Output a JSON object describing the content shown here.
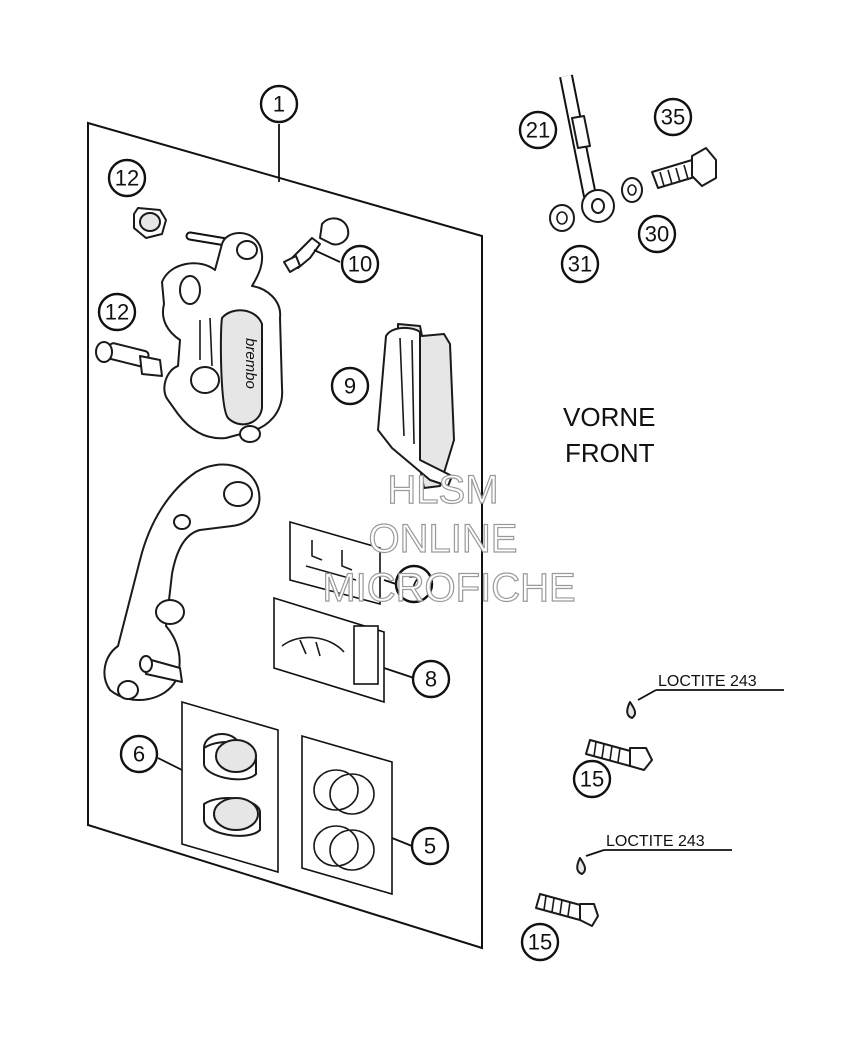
{
  "callouts": {
    "c1": "1",
    "c12a": "12",
    "c12b": "12",
    "c10": "10",
    "c9": "9",
    "c7": "7",
    "c8": "8",
    "c6": "6",
    "c5": "5",
    "c21": "21",
    "c35": "35",
    "c30": "30",
    "c31": "31",
    "c15a": "15",
    "c15b": "15"
  },
  "labels": {
    "vorne": "VORNE",
    "front": "FRONT",
    "loctite_upper": "LOCTITE 243",
    "loctite_lower": "LOCTITE 243"
  },
  "watermark": {
    "line1": "HLSM",
    "line2": "ONLINE",
    "line3": "MICROFICHE"
  },
  "caliper_brand": "brembo",
  "colors": {
    "ink": "#111111",
    "watermark_outline": "#9a9a9a"
  }
}
